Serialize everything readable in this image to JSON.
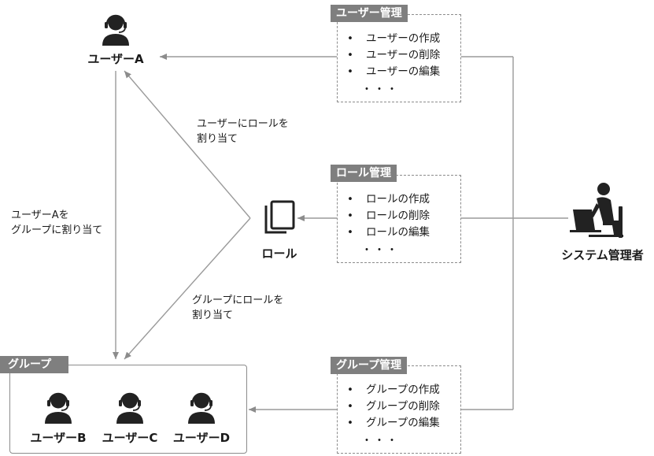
{
  "nodes": {
    "user_a": "ユーザーA",
    "role": "ロール",
    "admin": "システム管理者",
    "group_title": "グループ",
    "user_b": "ユーザーB",
    "user_c": "ユーザーC",
    "user_d": "ユーザーD"
  },
  "edges": {
    "assign_role_user": [
      "ユーザーにロールを",
      "割り当て"
    ],
    "assign_group": [
      "ユーザーAを",
      "グループに割り当て"
    ],
    "assign_role_group": [
      "グループにロールを",
      "割り当て"
    ]
  },
  "boxes": {
    "user_mgmt": {
      "title": "ユーザー管理",
      "items": [
        "ユーザーの作成",
        "ユーザーの削除",
        "ユーザーの編集"
      ],
      "more": "・・・"
    },
    "role_mgmt": {
      "title": "ロール管理",
      "items": [
        "ロールの作成",
        "ロールの削除",
        "ロールの編集"
      ],
      "more": "・・・"
    },
    "group_mgmt": {
      "title": "グループ管理",
      "items": [
        "グループの作成",
        "グループの削除",
        "グループの編集"
      ],
      "more": "・・・"
    }
  },
  "bullet": "•"
}
